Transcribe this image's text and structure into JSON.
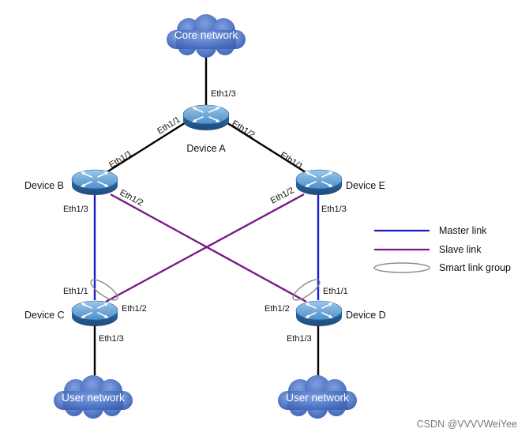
{
  "clouds": {
    "core": "Core network",
    "user_left": "User network",
    "user_right": "User network"
  },
  "devices": {
    "a": "Device A",
    "b": "Device B",
    "c": "Device C",
    "d": "Device D",
    "e": "Device E"
  },
  "ports": {
    "a_eth13": "Eth1/3",
    "a_eth11": "Eth1/1",
    "a_eth12": "Eth1/2",
    "b_eth11": "Eth1/1",
    "b_eth12": "Eth1/2",
    "b_eth13": "Eth1/3",
    "e_eth11": "Eth1/1",
    "e_eth12": "Eth1/2",
    "e_eth13": "Eth1/3",
    "c_eth11": "Eth1/1",
    "c_eth12": "Eth1/2",
    "c_eth13": "Eth1/3",
    "d_eth11": "Eth1/1",
    "d_eth12": "Eth1/2",
    "d_eth13": "Eth1/3"
  },
  "legend": {
    "master": "Master link",
    "slave": "Slave link",
    "group": "Smart link group"
  },
  "colors": {
    "master_link": "#1a1acc",
    "slave_link": "#7a1a8a",
    "black_link": "#000000",
    "cloud": "#4a6fc0",
    "device": "#3a7ab5"
  },
  "icons": {
    "device": "switch-icon",
    "cloud": "cloud-icon"
  },
  "watermark": "CSDN @VVVVWeiYee"
}
